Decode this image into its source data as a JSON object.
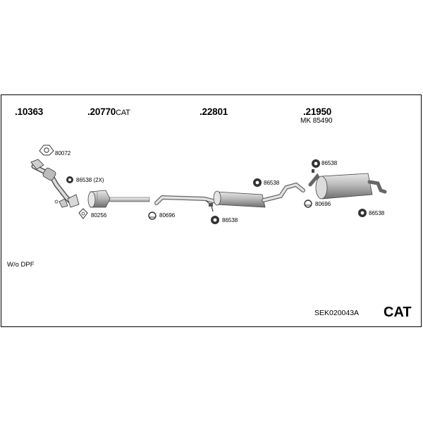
{
  "parts": [
    {
      "number": ".10363",
      "suffix": ""
    },
    {
      "number": ".20770",
      "suffix": "CAT"
    },
    {
      "number": ".22801",
      "suffix": ""
    },
    {
      "number": ".21950",
      "suffix": ""
    }
  ],
  "subtitle_21950": "MK  85490",
  "labels": {
    "l80072": "80072",
    "l86538_2x": "86538 (2X)",
    "l80256": "80256",
    "l80696_a": "80696",
    "l86538_mid": "86538",
    "l86538_low": "86538",
    "l86538_tr": "86538",
    "l80696_b": "80696",
    "l86538_br": "86538"
  },
  "note": "W/o DPF",
  "kit_code": "SEK020043A",
  "category": "CAT"
}
